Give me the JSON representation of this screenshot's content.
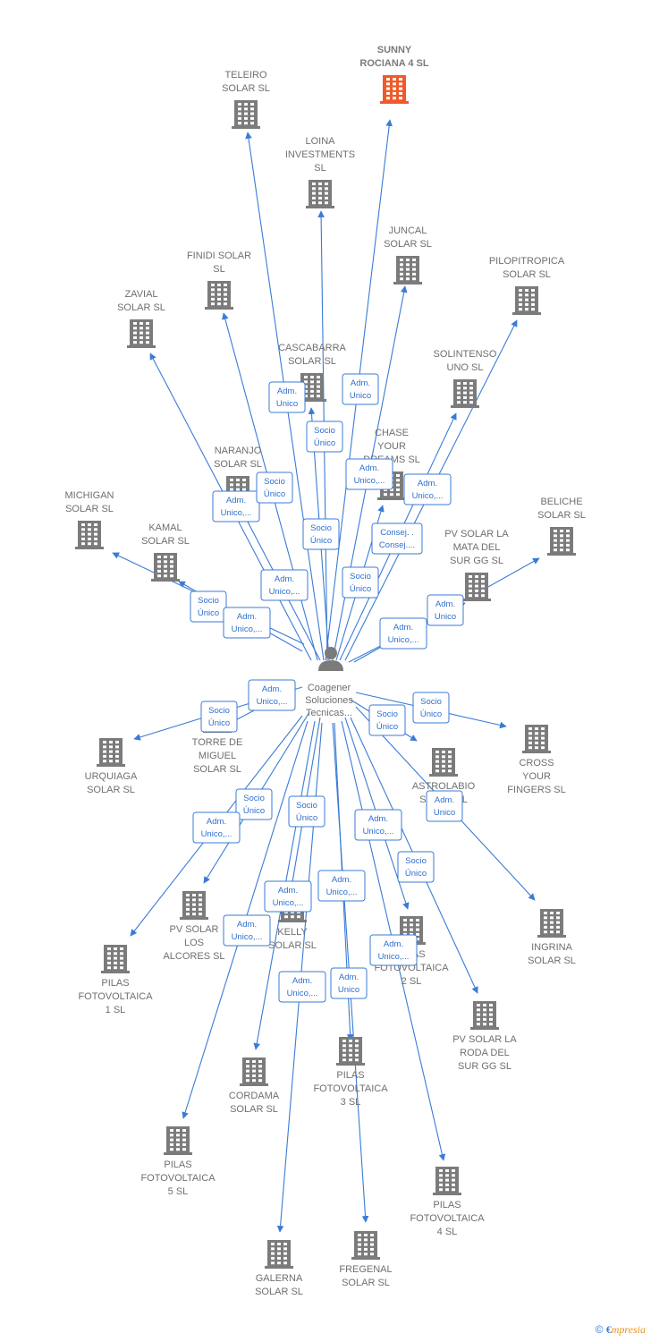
{
  "center": {
    "name": "Coagener Soluciones Tecnicas...",
    "lines": [
      "Coagener",
      "Soluciones",
      "Tecnicas..."
    ]
  },
  "colors": {
    "edge": "#3a7bd5",
    "company": "#7b7b7b",
    "highlight": "#f05a28",
    "label": "#6f6f6f"
  },
  "icons": {
    "company": "building-icon",
    "person": "person-icon"
  },
  "nodes": [
    {
      "id": "sunny",
      "lines": [
        "SUNNY",
        "ROCIANA 4  SL"
      ],
      "highlight": true
    },
    {
      "id": "teleiro",
      "lines": [
        "TELEIRO",
        "SOLAR  SL"
      ]
    },
    {
      "id": "loina",
      "lines": [
        "LOINA",
        "INVESTMENTS",
        "SL"
      ]
    },
    {
      "id": "juncal",
      "lines": [
        "JUNCAL",
        "SOLAR  SL"
      ]
    },
    {
      "id": "finidi",
      "lines": [
        "FINIDI SOLAR",
        "SL"
      ]
    },
    {
      "id": "pilopitropica",
      "lines": [
        "PILOPITROPICA",
        "SOLAR  SL"
      ]
    },
    {
      "id": "zavial",
      "lines": [
        "ZAVIAL",
        "SOLAR  SL"
      ]
    },
    {
      "id": "cascabarra",
      "lines": [
        "CASCABARRA",
        "SOLAR  SL"
      ]
    },
    {
      "id": "solintenso",
      "lines": [
        "SOLINTENSO",
        "UNO  SL"
      ]
    },
    {
      "id": "chase",
      "lines": [
        "CHASE",
        "YOUR",
        "DREAMS  SL"
      ]
    },
    {
      "id": "naranjo",
      "lines": [
        "NARANJO",
        "SOLAR  SL"
      ]
    },
    {
      "id": "michigan",
      "lines": [
        "MICHIGAN",
        "SOLAR  SL"
      ]
    },
    {
      "id": "beliche",
      "lines": [
        "BELICHE",
        "SOLAR  SL"
      ]
    },
    {
      "id": "kamal",
      "lines": [
        "KAMAL",
        "SOLAR  SL"
      ]
    },
    {
      "id": "pvmata",
      "lines": [
        "PV SOLAR LA",
        "MATA DEL",
        "SUR GG  SL"
      ]
    },
    {
      "id": "torre",
      "lines": [
        "TORRE DE",
        "MIGUEL",
        "SOLAR SL"
      ]
    },
    {
      "id": "urquiaga",
      "lines": [
        "URQUIAGA",
        "SOLAR  SL"
      ]
    },
    {
      "id": "cross",
      "lines": [
        "CROSS",
        "YOUR",
        "FINGERS  SL"
      ]
    },
    {
      "id": "astrolabio",
      "lines": [
        "ASTROLABIO",
        "SOLAR  SL"
      ]
    },
    {
      "id": "ingrina",
      "lines": [
        "INGRINA",
        "SOLAR  SL"
      ]
    },
    {
      "id": "pvalcores",
      "lines": [
        "PV SOLAR",
        "LOS",
        "ALCORES  SL"
      ]
    },
    {
      "id": "kelly",
      "lines": [
        "KELLY",
        "SOLAR  SL"
      ]
    },
    {
      "id": "pilas2",
      "lines": [
        "PILAS",
        "FOTOVOLTAICA",
        "2  SL"
      ]
    },
    {
      "id": "pilas1",
      "lines": [
        "PILAS",
        "FOTOVOLTAICA",
        "1  SL"
      ]
    },
    {
      "id": "pvroda",
      "lines": [
        "PV SOLAR LA",
        "RODA DEL",
        "SUR GG  SL"
      ]
    },
    {
      "id": "pilas3",
      "lines": [
        "PILAS",
        "FOTOVOLTAICA",
        "3  SL"
      ]
    },
    {
      "id": "cordama",
      "lines": [
        "CORDAMA",
        "SOLAR  SL"
      ]
    },
    {
      "id": "pilas5",
      "lines": [
        "PILAS",
        "FOTOVOLTAICA",
        "5  SL"
      ]
    },
    {
      "id": "pilas4",
      "lines": [
        "PILAS",
        "FOTOVOLTAICA",
        "4  SL"
      ]
    },
    {
      "id": "galerna",
      "lines": [
        "GALERNA",
        "SOLAR  SL"
      ]
    },
    {
      "id": "fregenal",
      "lines": [
        "FREGENAL",
        "SOLAR  SL"
      ]
    }
  ],
  "edge_labels": [
    [
      "Adm.",
      "Unico"
    ],
    [
      "Adm.",
      "Unico"
    ],
    [
      "Socio",
      "Único"
    ],
    [
      "Adm.",
      "Unico,..."
    ],
    [
      "Adm.",
      "Unico,..."
    ],
    [
      "Socio",
      "Único"
    ],
    [
      "Adm.",
      "Unico,..."
    ],
    [
      "Socio",
      "Único"
    ],
    [
      "Consej. .",
      "Consej...."
    ],
    [
      "Adm.",
      "Unico,..."
    ],
    [
      "Socio",
      "Único"
    ],
    [
      "Socio",
      "Único"
    ],
    [
      "Adm.",
      "Unico,..."
    ],
    [
      "Adm.",
      "Unico"
    ],
    [
      "Adm.",
      "Unico,..."
    ],
    [
      "Adm.",
      "Unico,..."
    ],
    [
      "Socio",
      "Único"
    ],
    [
      "Socio",
      "Único"
    ],
    [
      "Socio",
      "Único"
    ],
    [
      "Adm.",
      "Unico"
    ],
    [
      "Socio",
      "Único"
    ],
    [
      "Adm.",
      "Unico,..."
    ],
    [
      "Socio",
      "Único"
    ],
    [
      "Adm.",
      "Unico,..."
    ],
    [
      "Socio",
      "Único"
    ],
    [
      "Adm.",
      "Unico,..."
    ],
    [
      "Adm.",
      "Unico,..."
    ],
    [
      "Adm.",
      "Unico,..."
    ],
    [
      "Adm.",
      "Unico,..."
    ],
    [
      "Adm.",
      "Unico,..."
    ],
    [
      "Adm.",
      "Unico"
    ]
  ],
  "footer": {
    "copyright_symbol": "©",
    "brand_first": "€",
    "brand_rest": "mpresia"
  }
}
